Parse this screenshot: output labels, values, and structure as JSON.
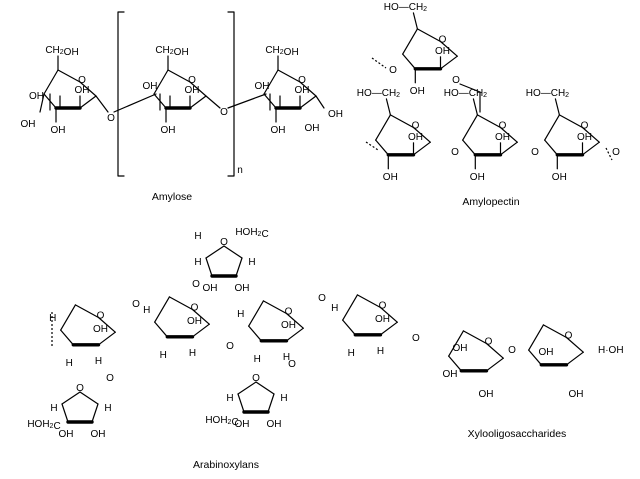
{
  "captions": {
    "amylose": "Amylose",
    "amylopectin": "Amylopectin",
    "arabinoxylans": "Arabinoxylans",
    "xylooligosaccharides": "Xylooligosaccharides"
  },
  "atoms": {
    "oh": "OH",
    "o": "O",
    "h": "H",
    "ch2oh": "CH2OH",
    "ho_ch2": "HO—CH2",
    "hoh2c": "HOH2C",
    "hoh2c_alt": "HOH2C",
    "h_oh": "H·OH",
    "n": "n"
  }
}
